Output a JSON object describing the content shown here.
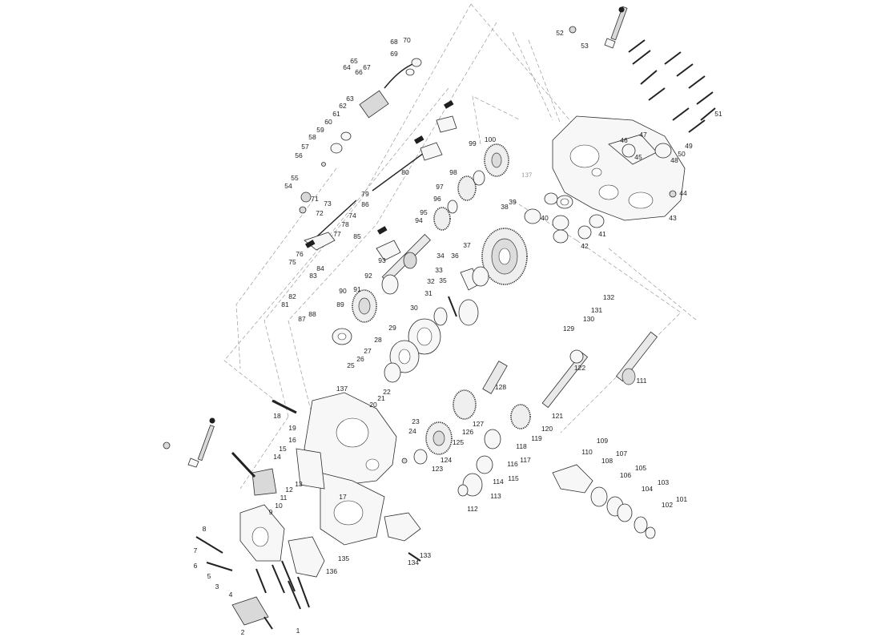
{
  "diagram": {
    "callouts": [
      "1",
      "2",
      "3",
      "4",
      "5",
      "6",
      "7",
      "8",
      "9",
      "10",
      "11",
      "12",
      "13",
      "14",
      "15",
      "16",
      "17",
      "18",
      "19",
      "20",
      "21",
      "22",
      "23",
      "24",
      "25",
      "26",
      "27",
      "28",
      "29",
      "30",
      "31",
      "32",
      "33",
      "34",
      "35",
      "36",
      "37",
      "38",
      "39",
      "40",
      "41",
      "42",
      "43",
      "44",
      "45",
      "46",
      "47",
      "48",
      "49",
      "50",
      "51",
      "52",
      "53",
      "54",
      "55",
      "56",
      "57",
      "58",
      "59",
      "60",
      "61",
      "62",
      "63",
      "64",
      "65",
      "66",
      "67",
      "68",
      "69",
      "70",
      "71",
      "72",
      "73",
      "74",
      "75",
      "76",
      "77",
      "78",
      "79",
      "80",
      "81",
      "82",
      "83",
      "84",
      "85",
      "86",
      "87",
      "88",
      "89",
      "90",
      "91",
      "92",
      "93",
      "94",
      "95",
      "96",
      "97",
      "98",
      "99",
      "100",
      "101",
      "102",
      "103",
      "104",
      "105",
      "106",
      "107",
      "108",
      "109",
      "110",
      "111",
      "112",
      "113",
      "114",
      "115",
      "116",
      "117",
      "118",
      "119",
      "120",
      "121",
      "122",
      "123",
      "124",
      "125",
      "126",
      "127",
      "128",
      "129",
      "130",
      "131",
      "132",
      "133",
      "134",
      "135",
      "136",
      "137"
    ],
    "faint_label": "137"
  }
}
